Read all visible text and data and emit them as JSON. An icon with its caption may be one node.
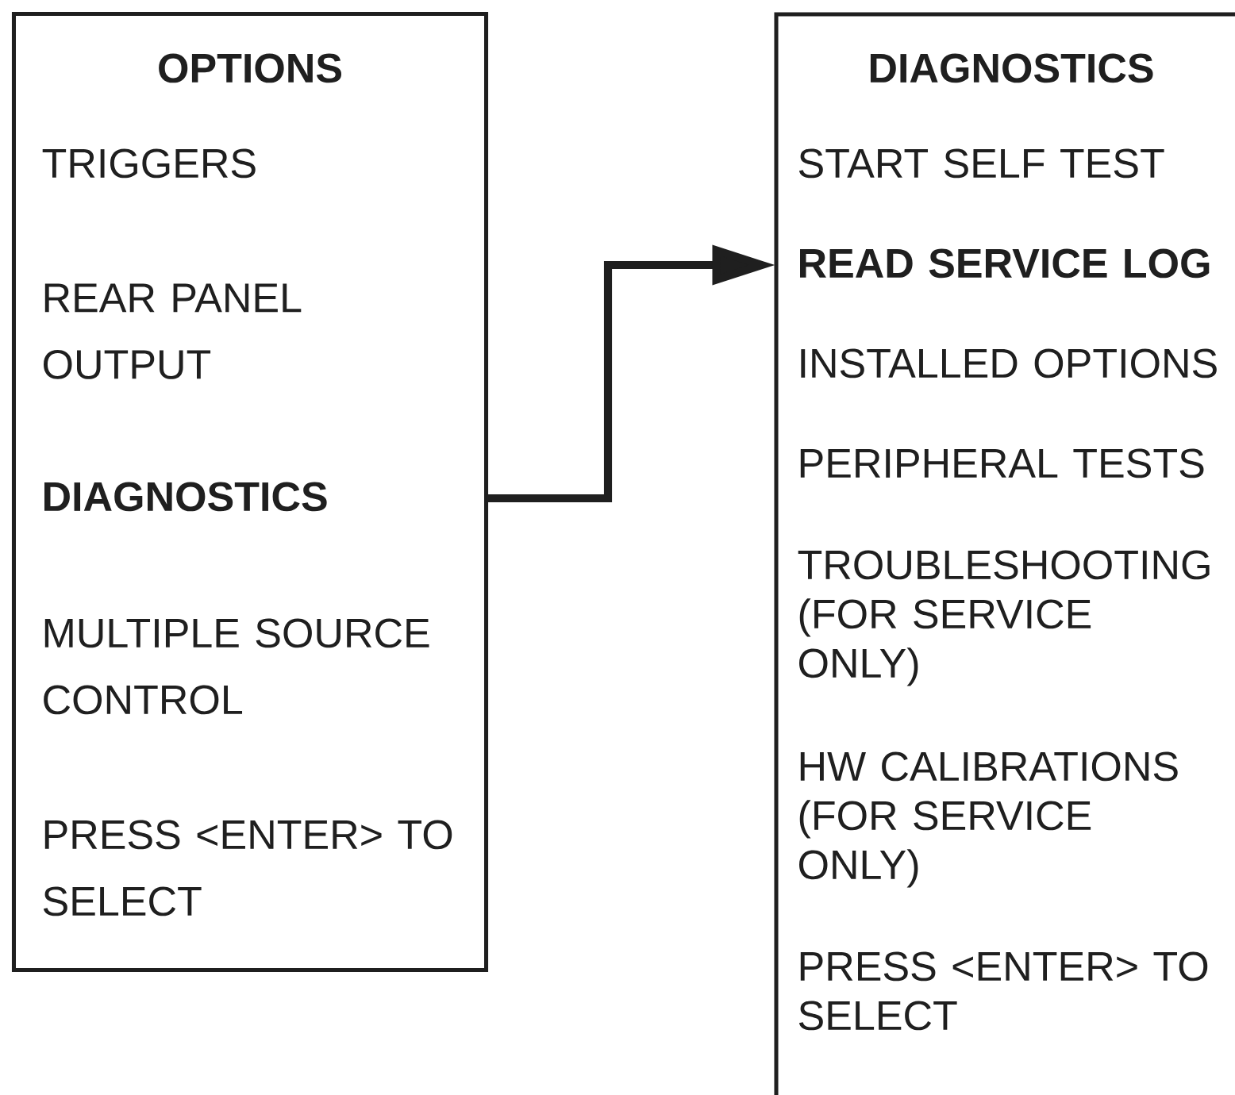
{
  "diagram": {
    "nodes": [
      {
        "text": [
          "OPTIONS",
          "TRIGGERS",
          "REAR PANEL OUTPUT",
          "DIAGNOSTICS",
          "MULTIPLE SOURCE CONTROL",
          "PRESS <ENTER> TO SELECT"
        ]
      },
      {
        "text": [
          "DIAGNOSTICS",
          "START SELF TEST",
          "READ SERVICE LOG",
          "INSTALLED OPTIONS",
          "PERIPHERAL TESTS",
          "TROUBLESHOOTING (FOR SERVICE ONLY)",
          "HW CALIBRATIONS (FOR SERVICE ONLY)",
          "PRESS <ENTER> TO SELECT"
        ]
      }
    ],
    "edges": [
      {
        "from": 0,
        "to": 1,
        "arrow": "to"
      }
    ]
  }
}
